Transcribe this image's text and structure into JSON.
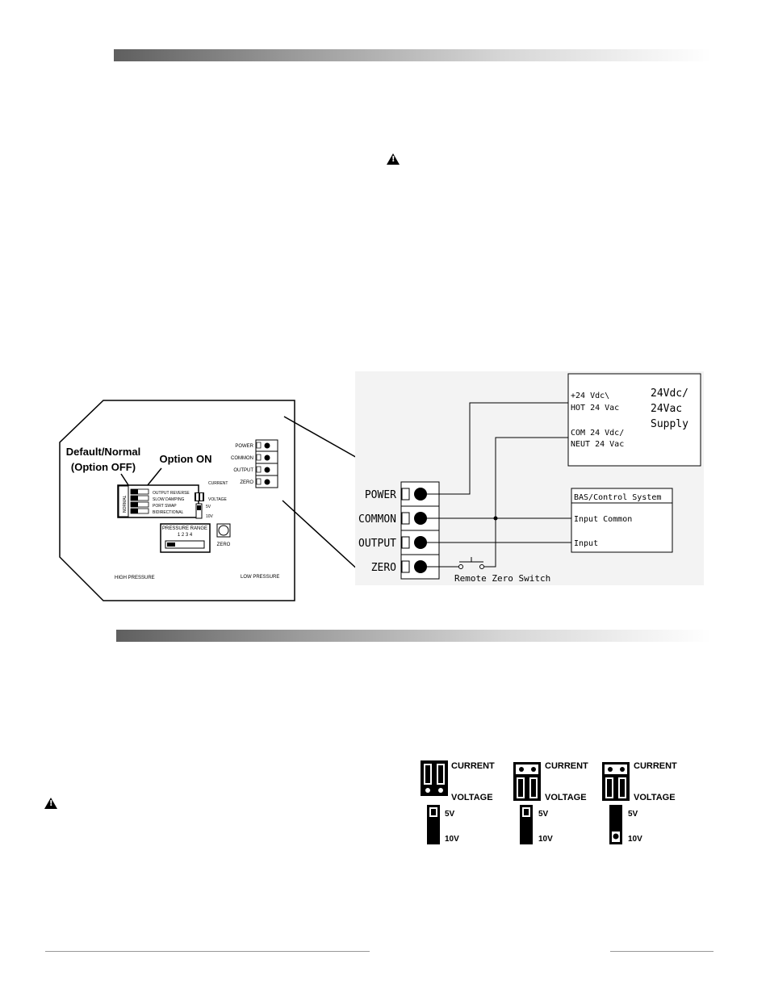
{
  "board": {
    "default_normal_label_line1": "Default/Normal",
    "default_normal_label_line2": "(Option OFF)",
    "option_on_label": "Option ON",
    "normal_label": "NORMAL",
    "dip_options": [
      "OUTPUT REVERSE",
      "SLOW DAMPING",
      "PORT SWAP",
      "BIDIRECTIONAL"
    ],
    "terminals": [
      "POWER",
      "COMMON",
      "OUTPUT",
      "ZERO"
    ],
    "jumper_current": "CURRENT",
    "jumper_voltage": "VOLTAGE",
    "v5": "5V",
    "v10": "10V",
    "pressure_range_title": "PRESSURE RANGE",
    "pressure_range_positions": "1  2  3  4",
    "zero_button_label": "ZERO",
    "high_pressure": "HIGH PRESSURE",
    "low_pressure": "LOW PRESSURE"
  },
  "wiring": {
    "terminals": [
      "POWER",
      "COMMON",
      "OUTPUT",
      "ZERO"
    ],
    "supply_line1": "+24 Vdc\\",
    "supply_line2": "HOT 24 Vac",
    "supply_line3": "COM 24 Vdc/",
    "supply_line4": "NEUT 24 Vac",
    "supply_title_line1": "24Vdc/",
    "supply_title_line2": "24Vac",
    "supply_title_line3": "Supply",
    "bas_title": "BAS/Control System",
    "bas_input_common": "Input Common",
    "bas_input": "Input",
    "remote_zero": "Remote Zero Switch"
  },
  "jumper_configs": [
    {
      "current": "CURRENT",
      "voltage": "VOLTAGE",
      "v5": "5V",
      "v10": "10V"
    },
    {
      "current": "CURRENT",
      "voltage": "VOLTAGE",
      "v5": "5V",
      "v10": "10V"
    },
    {
      "current": "CURRENT",
      "voltage": "VOLTAGE",
      "v5": "5V",
      "v10": "10V"
    }
  ]
}
